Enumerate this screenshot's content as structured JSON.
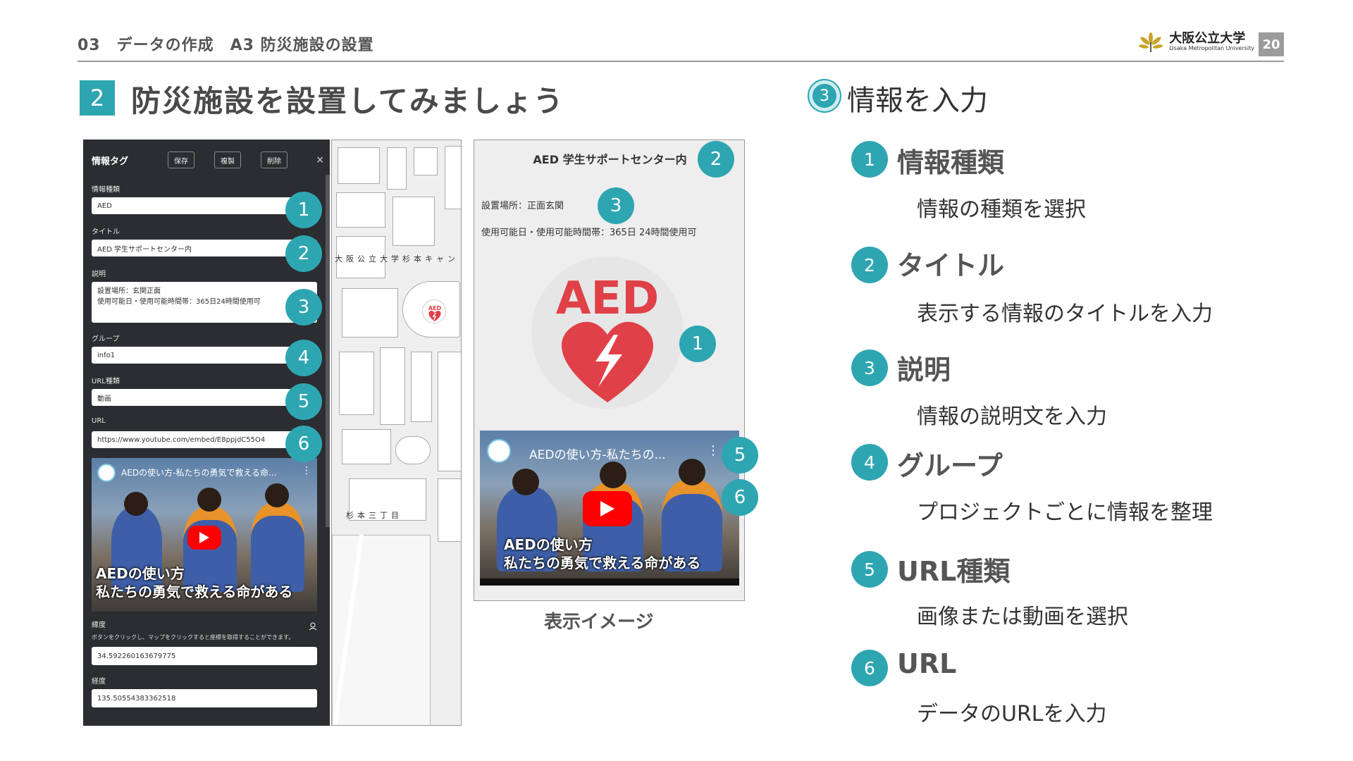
{
  "header": {
    "breadcrumb": "03　データの作成　A3 防災施設の設置",
    "logo_name": "大阪公立大学",
    "logo_sub": "Osaka Metropolitan University",
    "page_number": "20"
  },
  "section": {
    "number": "2",
    "title": "防災施設を設置してみましょう"
  },
  "panel": {
    "title": "情報タグ",
    "buttons": {
      "save": "保存",
      "copy": "複製",
      "delete": "削除",
      "close": "×"
    },
    "fields": {
      "info_type_label": "情報種類",
      "info_type_value": "AED",
      "title_label": "タイトル",
      "title_value": "AED 学生サポートセンター内",
      "desc_label": "説明",
      "desc_line1": "設置場所：玄関正面",
      "desc_line2": "使用可能日・使用可能時間帯：365日24時間使用可",
      "group_label": "グループ",
      "group_value": "info1",
      "url_type_label": "URL種類",
      "url_type_value": "動画",
      "url_label": "URL",
      "url_value": "https://www.youtube.com/embed/E8ppjdC55O4",
      "lat_label": "緯度",
      "lat_hint": "ボタンをクリックし、マップをクリックすると座標を取得することができます。",
      "lat_value": "34.592260163679775",
      "lng_label": "経度",
      "lng_value": "135.50554383362518"
    },
    "video": {
      "top_title": "AEDの使い方-私たちの勇気で救える命...",
      "caption_line1": "AEDの使い方",
      "caption_line2": "私たちの勇気で救える命がある"
    }
  },
  "map": {
    "label_campus": "大阪公立大学杉本キャン",
    "label_district": "杉本三丁目",
    "aed_marker_text": "AED"
  },
  "display": {
    "title": "AED 学生サポートセンター内",
    "line_location": "設置場所：正面玄関",
    "line_hours": "使用可能日・使用可能時間帯：365日 24時間使用可",
    "aed_text": "AED",
    "video": {
      "top_title": "AEDの使い方-私たちの...",
      "caption_line1": "AEDの使い方",
      "caption_line2": "私たちの勇気で救える命がある"
    },
    "caption": "表示イメージ"
  },
  "badges": {
    "b1": "1",
    "b2": "2",
    "b3": "3",
    "b4": "4",
    "b5": "5",
    "b6": "6"
  },
  "steps": {
    "head_number": "3",
    "head_title": "情報を入力",
    "items": [
      {
        "number": "1",
        "title": "情報種類",
        "desc": "情報の種類を選択"
      },
      {
        "number": "2",
        "title": "タイトル",
        "desc": "表示する情報のタイトルを入力"
      },
      {
        "number": "3",
        "title": "説明",
        "desc": "情報の説明文を入力"
      },
      {
        "number": "4",
        "title": "グループ",
        "desc": "プロジェクトごとに情報を整理"
      },
      {
        "number": "5",
        "title": "URL種類",
        "desc": "画像または動画を選択"
      },
      {
        "number": "6",
        "title": "URL",
        "desc": "データのURLを入力"
      }
    ]
  },
  "colors": {
    "accent": "#2ea6b2",
    "panel_bg": "#2b2d31",
    "aed_red": "#e04048"
  }
}
